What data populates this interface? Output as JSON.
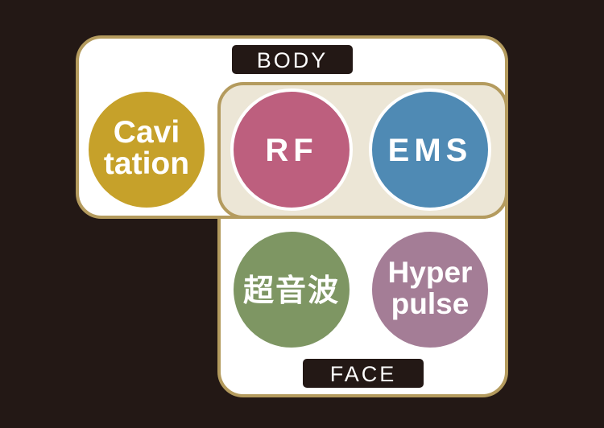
{
  "diagram": {
    "groups": {
      "body": {
        "label": "BODY"
      },
      "face": {
        "label": "FACE"
      }
    },
    "items": {
      "cavitation": {
        "line1": "Cavi",
        "line2": "tation",
        "color": "#C6A12A"
      },
      "rf": {
        "label": "RF",
        "color": "#BD5F7E"
      },
      "ems": {
        "label": "EMS",
        "color": "#4F8AB4"
      },
      "ultrasound": {
        "label": "超音波",
        "color": "#7E9663"
      },
      "hyperpulse": {
        "line1": "Hyper",
        "line2": "pulse",
        "color": "#A47D96"
      }
    },
    "colors": {
      "background": "#231815",
      "border": "#B49B5E",
      "panel": "#FFFFFF",
      "overlap": "#ECE6D6"
    }
  }
}
